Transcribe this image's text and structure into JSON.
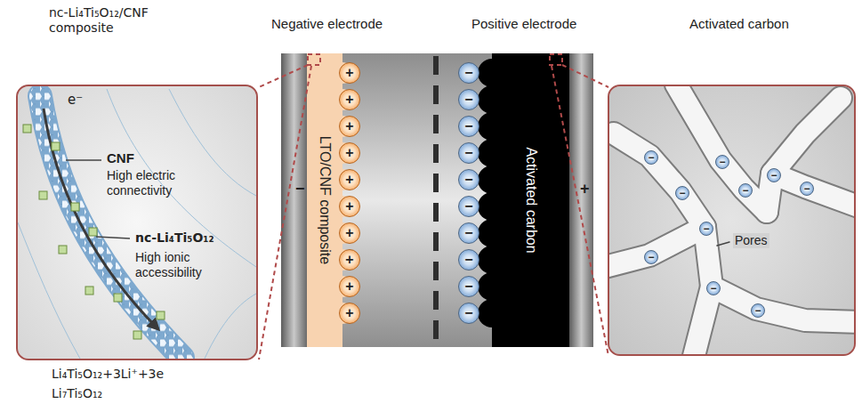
{
  "diagram": {
    "nodes": [
      {
        "text": [
          "e⁻",
          "CNF",
          "High electric connectivity",
          "nc-Li₄Ti₅O₁₂",
          "High ionic accessibility"
        ]
      },
      {
        "text": [
          "LTO/CNF composite"
        ]
      },
      {
        "text": [
          "+"
        ]
      },
      {
        "text": [
          "+"
        ]
      },
      {
        "text": [
          "+"
        ]
      },
      {
        "text": [
          "+"
        ]
      },
      {
        "text": [
          "+"
        ]
      },
      {
        "text": [
          "+"
        ]
      },
      {
        "text": [
          "+"
        ]
      },
      {
        "text": [
          "+"
        ]
      },
      {
        "text": [
          "+"
        ]
      },
      {
        "text": [
          "+"
        ]
      },
      {
        "text": [
          "Activated carbon"
        ]
      },
      {
        "text": [
          "−"
        ]
      },
      {
        "text": [
          "−"
        ]
      },
      {
        "text": [
          "−"
        ]
      },
      {
        "text": [
          "−"
        ]
      },
      {
        "text": [
          "−"
        ]
      },
      {
        "text": [
          "−"
        ]
      },
      {
        "text": [
          "−"
        ]
      },
      {
        "text": [
          "−"
        ]
      },
      {
        "text": [
          "−"
        ]
      },
      {
        "text": [
          "−"
        ]
      },
      {
        "text": [
          "Pores"
        ]
      },
      {
        "text": [
          "−"
        ],
        "in": 23
      },
      {
        "text": [
          "−"
        ],
        "in": 23
      },
      {
        "text": [
          "−"
        ],
        "in": 23
      },
      {
        "text": [
          "−"
        ],
        "in": 23
      },
      {
        "text": [
          "−"
        ],
        "in": 23
      },
      {
        "text": [
          "−"
        ],
        "in": 23
      },
      {
        "text": [
          "−"
        ],
        "in": 23
      },
      {
        "text": [
          "−"
        ],
        "in": 23
      },
      {
        "text": [
          "−"
        ],
        "in": 23
      },
      {
        "text": [
          "−"
        ],
        "in": 23
      }
    ],
    "labels": [
      "nc-Li₄Ti₅O₁₂/CNF composite",
      "Negative electrode",
      "Positive electrode",
      "Activated carbon",
      "−",
      "+",
      "Li₄Ti₅O₁₂+3Li⁺+3e",
      "Li₇Ti₅O₁₂"
    ]
  }
}
